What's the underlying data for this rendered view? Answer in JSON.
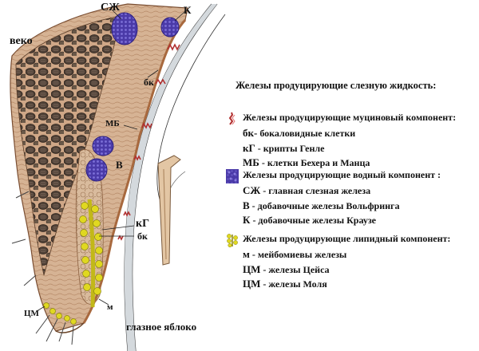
{
  "labels": {
    "sj": "СЖ",
    "k": "К",
    "veko": "веко",
    "bk_top": "бк",
    "mb": "МБ",
    "v": "В",
    "kg": "кГ",
    "bk_mid": "бк",
    "m": "м",
    "cm": "ЦМ",
    "eyeball": "глазное яблоко"
  },
  "legend": {
    "title": "Железы продуцирующие слезную жидкость:",
    "groups": [
      {
        "icon": "mucin-gland-icon",
        "color": "#b23030",
        "heading": "Железы продуцирующие муциновый компонент:",
        "items": [
          {
            "code": "бк-",
            "text": " бокаловидные клетки"
          },
          {
            "code": "кГ",
            "text": " - крипты Генле"
          },
          {
            "code": "МБ",
            "text": " - клетки Бехера и Манца"
          }
        ]
      },
      {
        "icon": "aqueous-gland-icon",
        "color": "#4a3aa8",
        "heading": "Железы продуцирующие водный компонент :",
        "items": [
          {
            "code": "СЖ",
            "text": " - главная слезная железа"
          },
          {
            "code": "В",
            "text": " - добавочные железы Вольфринга"
          },
          {
            "code": "К",
            "text": " - добавочные железы Краузе"
          }
        ]
      },
      {
        "icon": "lipid-gland-icon",
        "color": "#d8d020",
        "heading": "Железы продуцирующие липидный компонент:",
        "items": [
          {
            "code": "м",
            "text": " - мейбомиевы железы"
          },
          {
            "code": "ЦМ",
            "text": " - железы Цейса"
          },
          {
            "code": "ЦМ",
            "text": " - железы Моля"
          }
        ]
      }
    ]
  },
  "colors": {
    "tissue": "#c9a07e",
    "tissue_dark": "#8a5a3c",
    "muscle": "#5a4a3e",
    "aqueous": "#4a3aa8",
    "lipid": "#e0d820",
    "mucin": "#b23030",
    "eyeball_wall": "#bfc6cc"
  }
}
